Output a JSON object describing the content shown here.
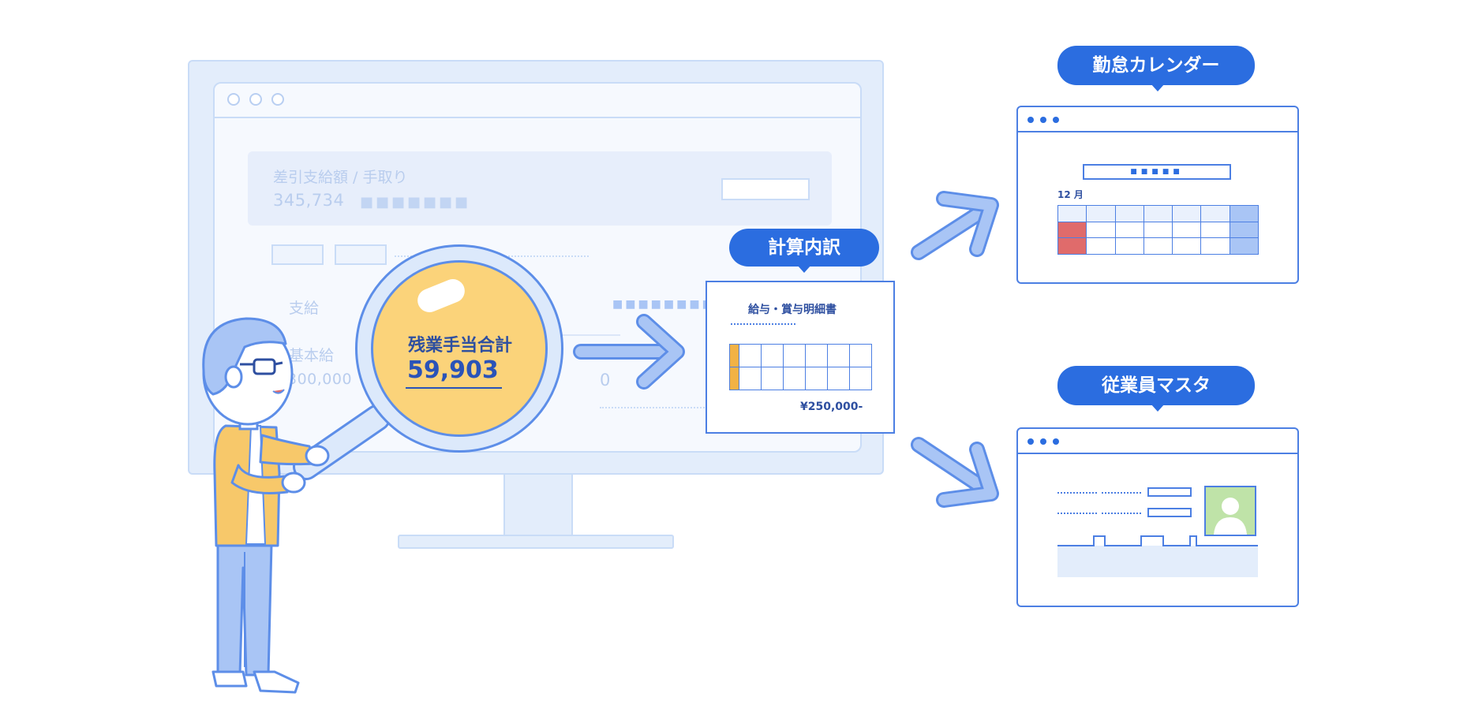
{
  "monitor": {
    "net_pay_label": "差引支給額 / 手取り",
    "net_pay_value": "345,734",
    "payments_label": "支給",
    "base_salary_label": "基本給",
    "base_salary_value": "300,000",
    "zero_value": "0"
  },
  "magnifier": {
    "title": "残業手当合計",
    "value": "59,903"
  },
  "breakdown": {
    "callout": "計算内訳",
    "statement_title": "給与・賞与明細書",
    "amount": "¥250,000-"
  },
  "calendar": {
    "callout": "勤怠カレンダー",
    "month": "12 月"
  },
  "employee": {
    "callout": "従業員マスタ"
  },
  "colors": {
    "accent": "#2b6de0",
    "highlight_orange": "#f2b245",
    "red_cell": "#e06b6b",
    "light_blue": "#a9c5f5"
  }
}
